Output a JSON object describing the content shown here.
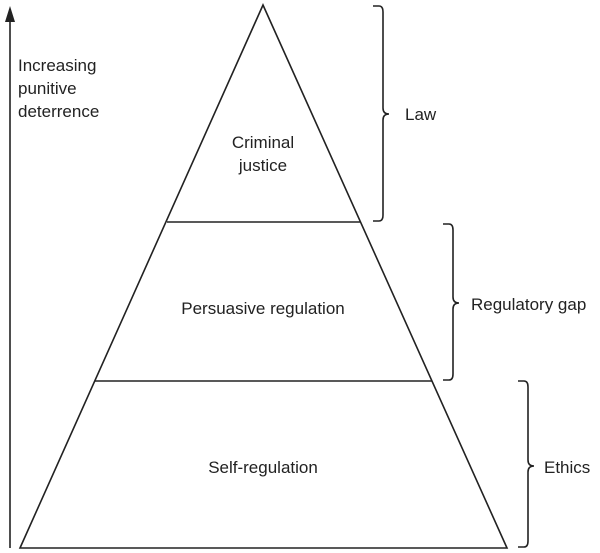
{
  "axis": {
    "label_lines": [
      "Increasing",
      "punitive",
      "deterrence"
    ]
  },
  "pyramid": {
    "tiers": [
      {
        "label_lines": [
          "Criminal",
          "justice"
        ]
      },
      {
        "label_lines": [
          "Persuasive regulation"
        ]
      },
      {
        "label_lines": [
          "Self-regulation"
        ]
      }
    ]
  },
  "brackets": [
    {
      "label": "Law"
    },
    {
      "label": "Regulatory gap"
    },
    {
      "label": "Ethics"
    }
  ],
  "colors": {
    "stroke": "#222222",
    "fill": "#ffffff"
  }
}
